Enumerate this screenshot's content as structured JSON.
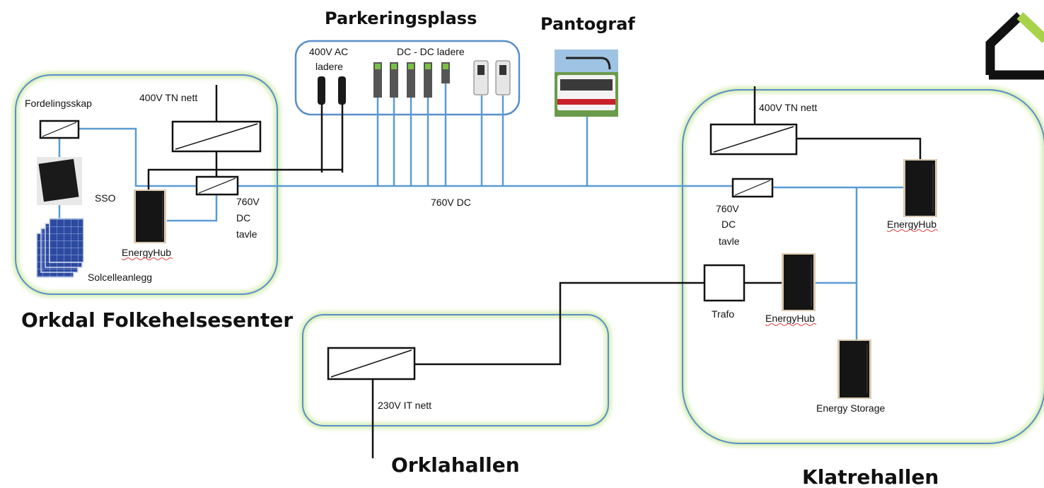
{
  "sites": {
    "orkdal": {
      "title": "Orkdal Folkehelsesenter",
      "grid_label": "400V TN nett",
      "distribution_label": "Fordelingsskap",
      "inverter_label": "SSO",
      "solar_label": "Solcelleanlegg",
      "hub_label": "EnergyHub",
      "dc_board_label": [
        "760V",
        "DC",
        "tavle"
      ]
    },
    "parking": {
      "title": "Parkeringsplass",
      "ac_label": [
        "400V AC",
        "ladere"
      ],
      "dc_label": "DC - DC ladere"
    },
    "pantograph": {
      "title": "Pantograf"
    },
    "bus_label": "760V DC",
    "orklahallen": {
      "title": "Orklahallen",
      "grid_label": "230V IT nett"
    },
    "klatrehallen": {
      "title": "Klatrehallen",
      "grid_label": "400V TN nett",
      "dc_board_label": [
        "760V",
        "DC",
        "tavle"
      ],
      "hub_label_top": "EnergyHub",
      "trafo_label": "Trafo",
      "hub_label_mid": "EnergyHub",
      "storage_label": "Energy Storage"
    }
  },
  "colors": {
    "dc_line": "#5b9bd5",
    "ac_line": "#111111",
    "site_glow": "#b6e07a",
    "site_border": "#5b8fc8",
    "logo_green": "#a8d24a"
  }
}
